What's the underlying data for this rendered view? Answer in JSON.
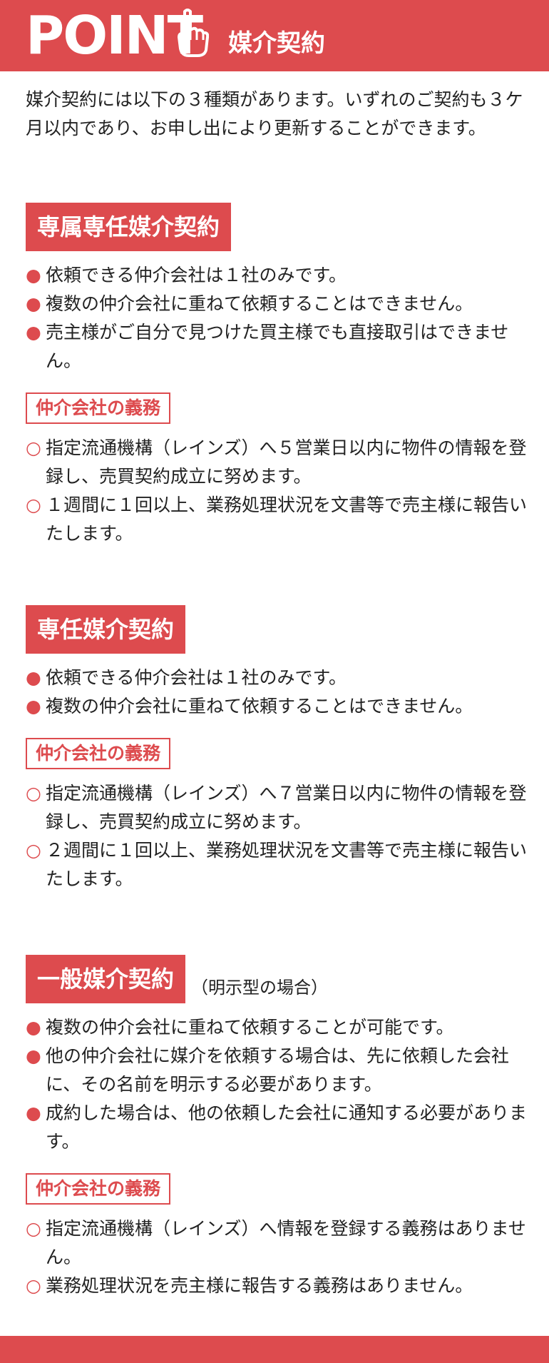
{
  "header": {
    "point": "POINT",
    "subtitle": "媒介契約",
    "icon": "pointing-hand-icon"
  },
  "intro": "媒介契約には以下の３種類があります。いずれのご契約も３ケ月以内であり、お申し出により更新することができます。",
  "sections": [
    {
      "title": "専属専任媒介契約",
      "note": "",
      "items": [
        "依頼できる仲介会社は１社のみです。",
        "複数の仲介会社に重ねて依頼することはできません。",
        "売主様がご自分で見つけた買主様でも直接取引はできません。"
      ],
      "duty_label": "仲介会社の義務",
      "duties": [
        "指定流通機構（レインズ）へ５営業日以内に物件の情報を登録し、売買契約成立に努めます。",
        "１週間に１回以上、業務処理状況を文書等で売主様に報告いたします。"
      ]
    },
    {
      "title": "専任媒介契約",
      "note": "",
      "items": [
        "依頼できる仲介会社は１社のみです。",
        "複数の仲介会社に重ねて依頼することはできません。"
      ],
      "duty_label": "仲介会社の義務",
      "duties": [
        "指定流通機構（レインズ）へ７営業日以内に物件の情報を登録し、売買契約成立に努めます。",
        "２週間に１回以上、業務処理状況を文書等で売主様に報告いたします。"
      ]
    },
    {
      "title": "一般媒介契約",
      "note": "（明示型の場合）",
      "items": [
        "複数の仲介会社に重ねて依頼することが可能です。",
        "他の仲介会社に媒介を依頼する場合は、先に依頼した会社に、その名前を明示する必要があります。",
        "成約した場合は、他の依頼した会社に通知する必要があります。"
      ],
      "duty_label": "仲介会社の義務",
      "duties": [
        "指定流通機構（レインズ）へ情報を登録する義務はありません。",
        "業務処理状況を売主様に報告する義務はありません。"
      ]
    }
  ],
  "marks": {
    "filled": "●",
    "open": "○"
  },
  "colors": {
    "accent": "#dd4b4e",
    "text": "#222222",
    "background": "#ffffff"
  }
}
